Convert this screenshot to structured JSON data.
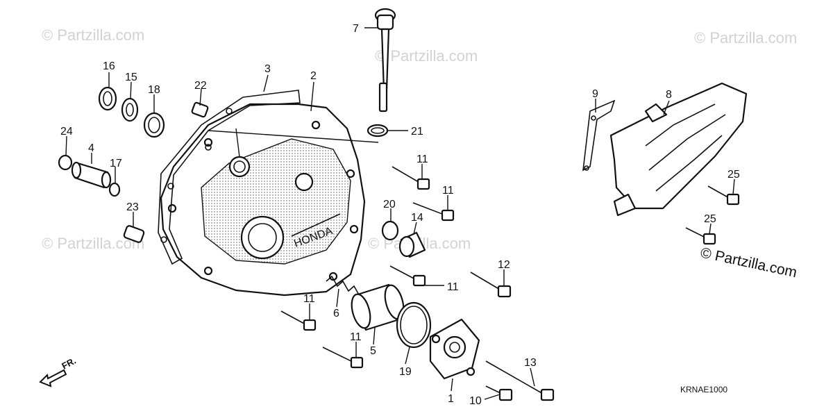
{
  "watermarks": {
    "wm1": "© Partzilla.com",
    "wm2": "© Partzilla.com",
    "wm3": "© Partzilla.com",
    "wm4": "© Partzilla.com",
    "wm5": "© Partzilla.com"
  },
  "brand_watermark": "© Partzilla.com",
  "diagram_code": "KRNAE1000",
  "direction_label": "FR.",
  "callouts": {
    "c1": "1",
    "c2": "2",
    "c3": "3",
    "c4": "4",
    "c5": "5",
    "c6": "6",
    "c7": "7",
    "c8": "8",
    "c9": "9",
    "c10": "10",
    "c11a": "11",
    "c11b": "11",
    "c11c": "11",
    "c11d": "11",
    "c11e": "11",
    "c12": "12",
    "c13": "13",
    "c14": "14",
    "c15": "15",
    "c16": "16",
    "c17": "17",
    "c18": "18",
    "c19": "19",
    "c20": "20",
    "c21": "21",
    "c22": "22",
    "c23": "23",
    "c24": "24",
    "c25a": "25",
    "c25b": "25"
  },
  "cover_emblem": "HONDA"
}
